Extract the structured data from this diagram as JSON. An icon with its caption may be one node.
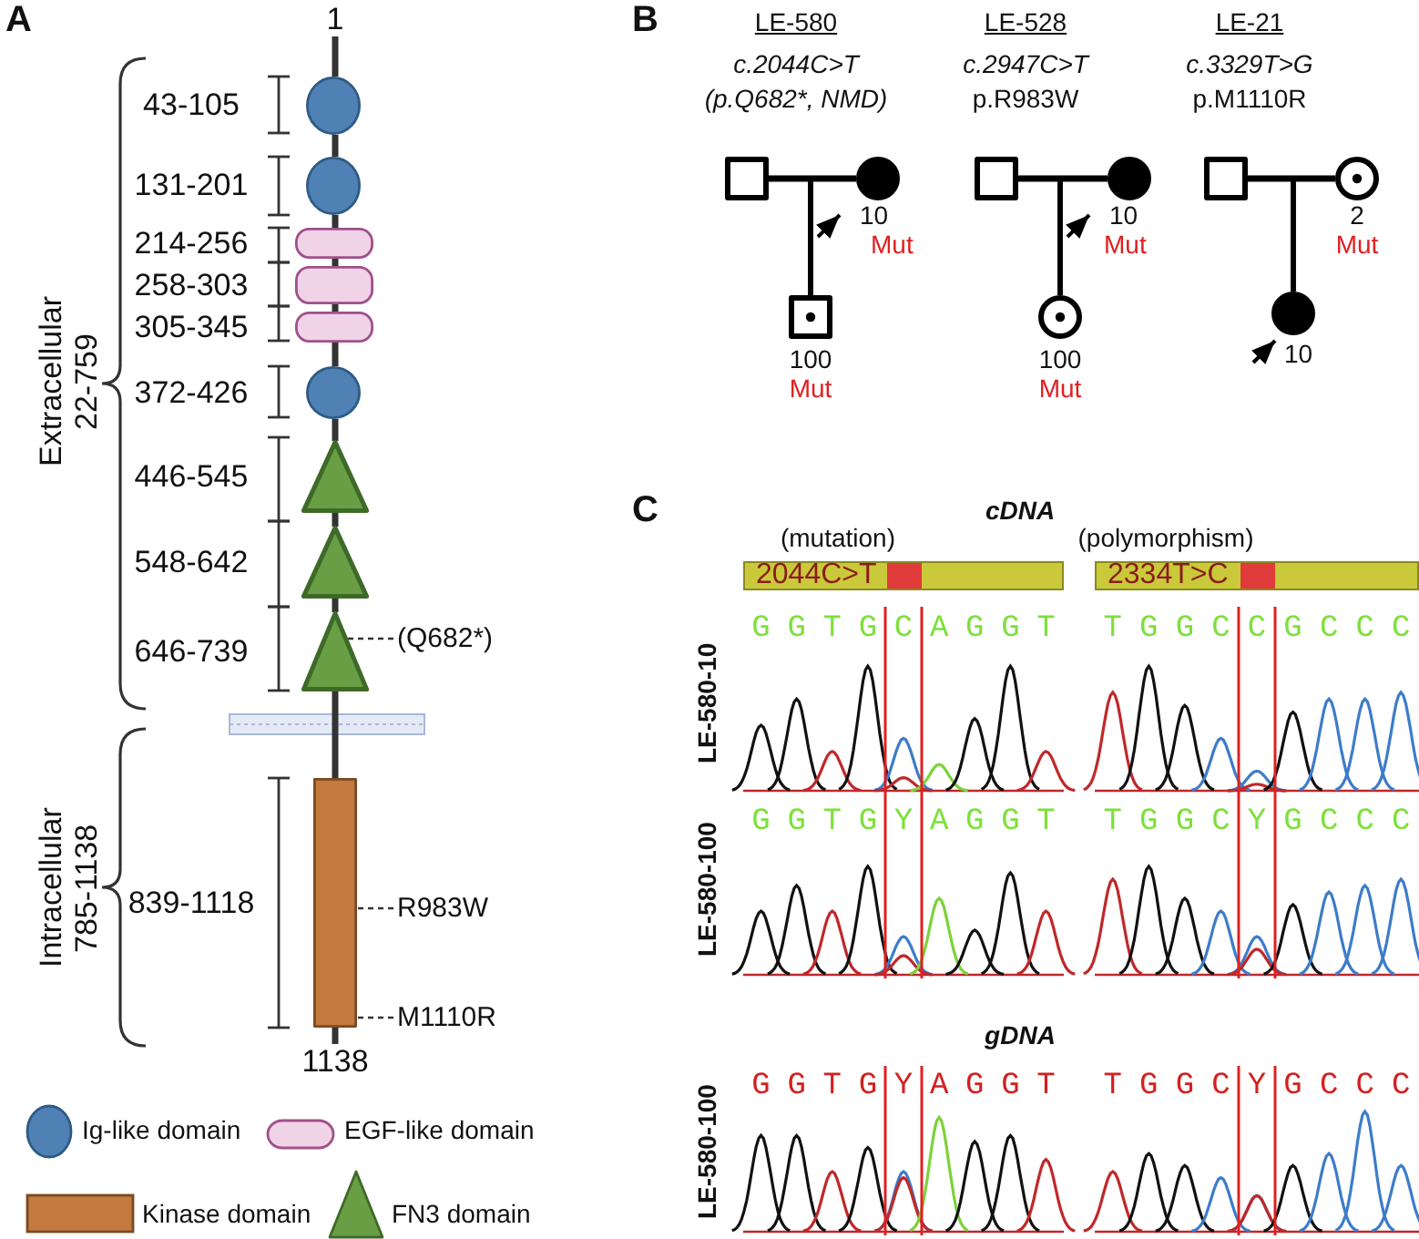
{
  "diagram": {
    "nodes": [
      {
        "text": [
          "1"
        ]
      },
      {
        "text": [],
        "shape": "circle",
        "beside": [
          "43-105"
        ]
      },
      {
        "text": [],
        "shape": "circle",
        "beside": [
          "131-201"
        ]
      },
      {
        "text": [],
        "shape": "box",
        "beside": [
          "214-256"
        ]
      },
      {
        "text": [],
        "shape": "box",
        "beside": [
          "258-303"
        ]
      },
      {
        "text": [],
        "shape": "box",
        "beside": [
          "305-345"
        ]
      },
      {
        "text": [],
        "shape": "circle",
        "beside": [
          "372-426"
        ]
      },
      {
        "text": [],
        "shape": "triangle",
        "beside": [
          "446-545"
        ]
      },
      {
        "text": [],
        "shape": "triangle",
        "beside": [
          "548-642"
        ]
      },
      {
        "text": [],
        "shape": "triangle",
        "beside": [
          "646-739"
        ]
      },
      {
        "text": [
          "(Q682*)"
        ]
      },
      {
        "text": [],
        "shape": "bar",
        "beside": [
          "839-1118"
        ]
      },
      {
        "text": [
          "R983W"
        ]
      },
      {
        "text": [
          "M1110R"
        ]
      },
      {
        "text": [
          "1138"
        ]
      },
      {
        "text": [],
        "shape": "box"
      },
      {
        "text": [],
        "shape": "circle",
        "beside": [
          "10",
          "Mut"
        ]
      },
      {
        "text": [],
        "shape": "box",
        "beside": [
          "100",
          "Mut"
        ]
      },
      {
        "text": [],
        "shape": "box"
      },
      {
        "text": [],
        "shape": "circle",
        "beside": [
          "10",
          "Mut"
        ]
      },
      {
        "text": [],
        "shape": "circle",
        "beside": [
          "100",
          "Mut"
        ]
      },
      {
        "text": [],
        "shape": "box"
      },
      {
        "text": [],
        "shape": "circle",
        "beside": [
          "2",
          "Mut"
        ]
      },
      {
        "text": [],
        "shape": "circle",
        "beside": [
          "10"
        ]
      },
      {
        "text": [
          "2044C>T"
        ],
        "beside": [
          "(mutation)"
        ]
      },
      {
        "text": [
          "2334T>C"
        ],
        "beside": [
          "(polymorphism)"
        ]
      }
    ],
    "edges": [
      {
        "from": 0,
        "to": 1,
        "arrow": "none"
      },
      {
        "from": 1,
        "to": 2,
        "arrow": "none"
      },
      {
        "from": 2,
        "to": 3,
        "arrow": "none"
      },
      {
        "from": 3,
        "to": 4,
        "arrow": "none"
      },
      {
        "from": 4,
        "to": 5,
        "arrow": "none"
      },
      {
        "from": 5,
        "to": 6,
        "arrow": "none"
      },
      {
        "from": 6,
        "to": 7,
        "arrow": "none"
      },
      {
        "from": 7,
        "to": 8,
        "arrow": "none"
      },
      {
        "from": 8,
        "to": 9,
        "arrow": "none"
      },
      {
        "from": 9,
        "to": 11,
        "arrow": "none"
      },
      {
        "from": 11,
        "to": 14,
        "arrow": "none"
      },
      {
        "from": 10,
        "to": 9,
        "arrow": "none",
        "style": "dashed"
      },
      {
        "from": 12,
        "to": 11,
        "arrow": "none",
        "style": "dashed"
      },
      {
        "from": 13,
        "to": 11,
        "arrow": "none",
        "style": "dashed"
      },
      {
        "from": 15,
        "to": 16,
        "arrow": "none"
      },
      {
        "from": 15,
        "to": 17,
        "arrow": "none"
      },
      {
        "from": 16,
        "to": 17,
        "arrow": "none"
      },
      {
        "from": null,
        "to": 16,
        "arrow": "to"
      },
      {
        "from": 18,
        "to": 19,
        "arrow": "none"
      },
      {
        "from": 18,
        "to": 20,
        "arrow": "none"
      },
      {
        "from": 19,
        "to": 20,
        "arrow": "none"
      },
      {
        "from": null,
        "to": 19,
        "arrow": "to"
      },
      {
        "from": 21,
        "to": 22,
        "arrow": "none"
      },
      {
        "from": 21,
        "to": 23,
        "arrow": "none"
      },
      {
        "from": 22,
        "to": 23,
        "arrow": "none"
      },
      {
        "from": null,
        "to": 23,
        "arrow": "to"
      }
    ],
    "labels": [
      "A",
      "Extracellular 22-759",
      "Intracellular 785-1138",
      "B",
      "LE-580",
      "c.2044C>T",
      "(p.Q682*, NMD)",
      "LE-528",
      "c.2947C>T",
      "p.R983W",
      "LE-21",
      "c.3329T>G",
      "p.M1110R",
      "C",
      "cDNA",
      "LE-580-10",
      "G G T G C A G G T",
      "T G G C C G C C C",
      "LE-580-100",
      "G G T G Y A G G T",
      "T G G C Y G C C C",
      "gDNA",
      "LE-580-100",
      "G G T G Y A G G T",
      "T G G C Y G C C C"
    ],
    "legend": [
      {
        "text": "Ig-like domain"
      },
      {
        "text": "EGF-like domain"
      },
      {
        "text": "Kinase domain"
      },
      {
        "text": "FN3 domain"
      }
    ]
  }
}
